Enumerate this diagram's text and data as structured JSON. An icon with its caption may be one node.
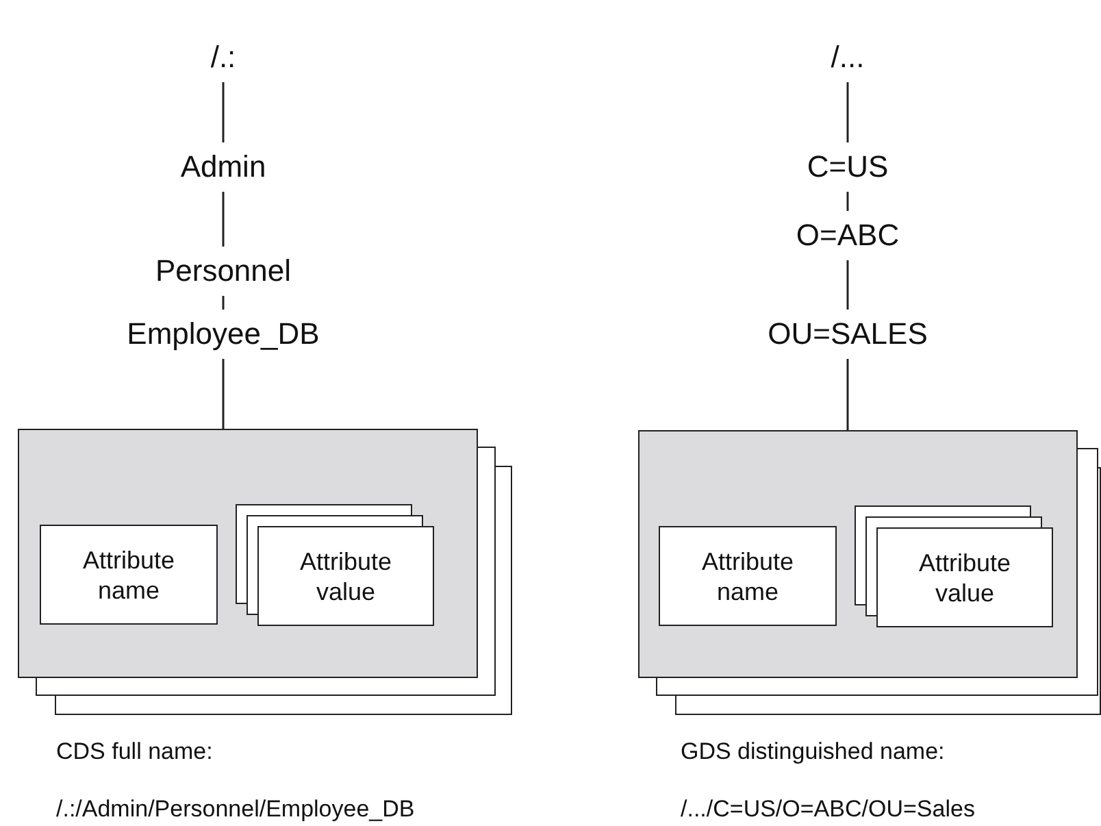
{
  "diagram": {
    "nodes": [
      {
        "text": [
          "/.:"
        ]
      },
      {
        "text": [
          "Admin"
        ]
      },
      {
        "text": [
          "Personnel"
        ]
      },
      {
        "text": [
          "Employee_DB"
        ]
      },
      {
        "text": [],
        "shape": "box",
        "beside": [
          "CDS full name:",
          "/.:/Admin/Personnel/Employee_DB"
        ]
      },
      {
        "text": [
          "Attribute name"
        ],
        "in": 4
      },
      {
        "text": [
          "Attribute value"
        ],
        "in": 4
      },
      {
        "text": [
          "/..."
        ]
      },
      {
        "text": [
          "C=US"
        ]
      },
      {
        "text": [
          "O=ABC"
        ]
      },
      {
        "text": [
          "OU=SALES"
        ]
      },
      {
        "text": [],
        "shape": "box",
        "beside": [
          "GDS distinguished name:",
          "/.../C=US/O=ABC/OU=Sales"
        ]
      },
      {
        "text": [
          "Attribute name"
        ],
        "in": 11
      },
      {
        "text": [
          "Attribute value"
        ],
        "in": 11
      }
    ],
    "edges": [
      {
        "from": 0,
        "to": 1,
        "arrow": "none"
      },
      {
        "from": 1,
        "to": 2,
        "arrow": "none"
      },
      {
        "from": 2,
        "to": 3,
        "arrow": "none"
      },
      {
        "from": 3,
        "to": 4,
        "arrow": "none"
      },
      {
        "from": 7,
        "to": 8,
        "arrow": "none"
      },
      {
        "from": 8,
        "to": 9,
        "arrow": "none"
      },
      {
        "from": 9,
        "to": 10,
        "arrow": "none"
      },
      {
        "from": 10,
        "to": 11,
        "arrow": "none"
      }
    ]
  }
}
